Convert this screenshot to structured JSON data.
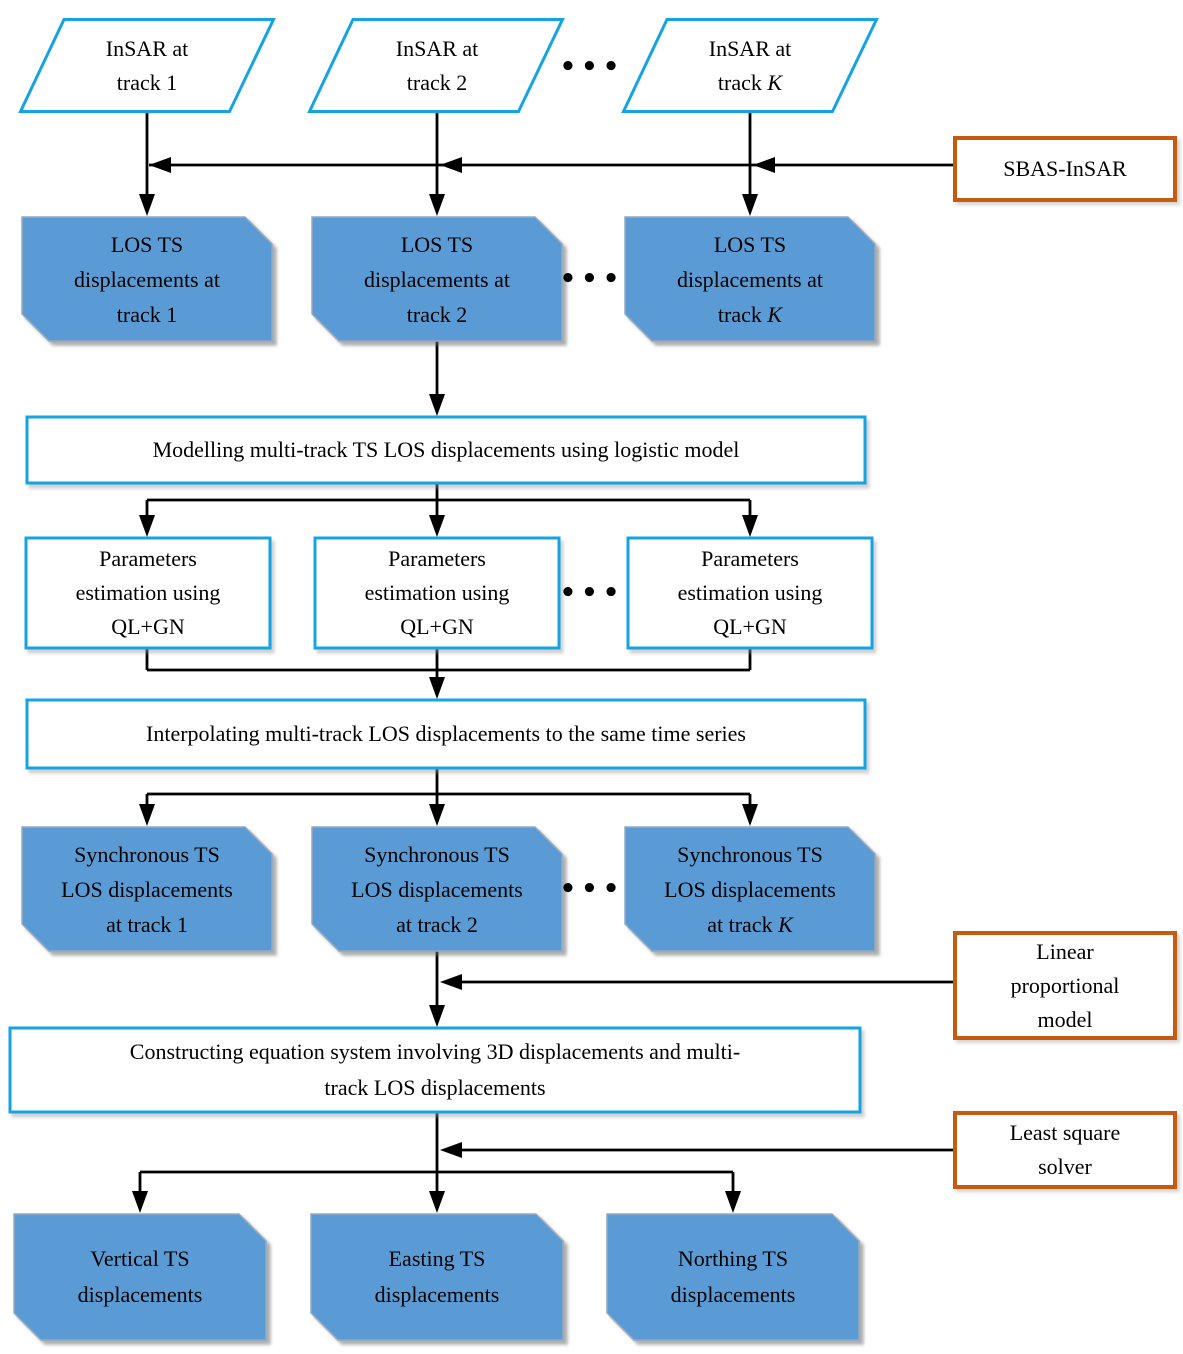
{
  "title": "Multi-track InSAR 3D displacement estimation flowchart",
  "colors": {
    "node_fill": "#5b9bd5",
    "node_edge": "#93a9c0",
    "flow_border": "#15a3e2",
    "callout_border": "#c55a11",
    "connector": "#000000",
    "text": "#000000",
    "background": "#ffffff"
  },
  "ellipsis": "•••",
  "nodes": {
    "insar1": {
      "l1": "InSAR at",
      "l2": "track 1"
    },
    "insar2": {
      "l1": "InSAR at",
      "l2": "track 2"
    },
    "insar_k": {
      "l1": "InSAR at",
      "l2_prefix": "track ",
      "l2_var": "K"
    },
    "sbas": {
      "label": "SBAS-InSAR"
    },
    "los1": {
      "l1": "LOS TS",
      "l2": "displacements at",
      "l3": "track 1"
    },
    "los2": {
      "l1": "LOS TS",
      "l2": "displacements at",
      "l3": "track 2"
    },
    "los_k": {
      "l1": "LOS TS",
      "l2": "displacements at",
      "l3_prefix": "track ",
      "l3_var": "K"
    },
    "modelling": {
      "label": "Modelling multi-track TS LOS displacements using logistic model"
    },
    "param1": {
      "l1": "Parameters",
      "l2": "estimation using",
      "l3": "QL+GN"
    },
    "param2": {
      "l1": "Parameters",
      "l2": "estimation using",
      "l3": "QL+GN"
    },
    "param3": {
      "l1": "Parameters",
      "l2": "estimation using",
      "l3": "QL+GN"
    },
    "interpolating": {
      "label": "Interpolating multi-track LOS displacements to the same time series"
    },
    "sync1": {
      "l1": "Synchronous TS",
      "l2": "LOS displacements",
      "l3": "at track 1"
    },
    "sync2": {
      "l1": "Synchronous TS",
      "l2": "LOS displacements",
      "l3": "at track 2"
    },
    "sync_k": {
      "l1": "Synchronous TS",
      "l2": "LOS displacements",
      "l3_prefix": "at track ",
      "l3_var": "K"
    },
    "linear_model": {
      "l1": "Linear",
      "l2": "proportional",
      "l3": "model"
    },
    "constructing": {
      "l1": "Constructing equation system involving 3D displacements and multi-",
      "l2": "track LOS displacements"
    },
    "least_square": {
      "l1": "Least square",
      "l2": "solver"
    },
    "vertical": {
      "l1": "Vertical TS",
      "l2": "displacements"
    },
    "easting": {
      "l1": "Easting TS",
      "l2": "displacements"
    },
    "northing": {
      "l1": "Northing TS",
      "l2": "displacements"
    }
  }
}
